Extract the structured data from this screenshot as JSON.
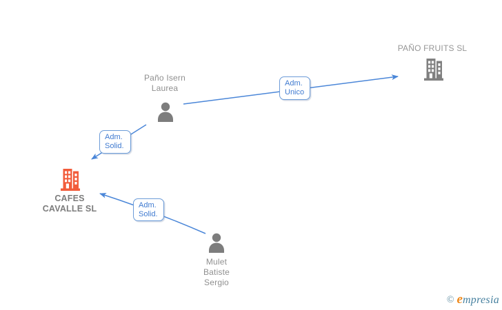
{
  "diagram": {
    "nodes": {
      "pano_isern": {
        "type": "person",
        "line1": "Paño Isern",
        "line2": "Laurea"
      },
      "pano_fruits": {
        "type": "company",
        "line1": "PAÑO FRUITS SL"
      },
      "cafes_cavalle": {
        "type": "company",
        "line1": "CAFES",
        "line2": "CAVALLE SL"
      },
      "mulet": {
        "type": "person",
        "line1": "Mulet",
        "line2": "Batiste",
        "line3": "Sergio"
      }
    },
    "edges": {
      "adm_unico": {
        "line1": "Adm.",
        "line2": "Unico",
        "from": "Paño Isern Laurea",
        "to": "PAÑO FRUITS SL"
      },
      "adm_solid_1": {
        "line1": "Adm.",
        "line2": "Solid.",
        "from": "Paño Isern Laurea",
        "to": "CAFES CAVALLE SL"
      },
      "adm_solid_2": {
        "line1": "Adm.",
        "line2": "Solid.",
        "from": "Mulet Batiste Sergio",
        "to": "CAFES CAVALLE SL"
      }
    }
  },
  "footer": {
    "copyright_symbol": "©",
    "brand_initial": "e",
    "brand_rest": "mpresia"
  },
  "colors": {
    "edge_blue": "#4a86d8",
    "edge_box_border": "#6b9bd8",
    "edge_box_text": "#3f7ad0",
    "icon_gray": "#7d7d7d",
    "label_gray": "#8f8f8f",
    "highlight_company_orange": "#f25c3b",
    "brand_orange": "#ef8a1d",
    "brand_teal": "#46809f"
  }
}
